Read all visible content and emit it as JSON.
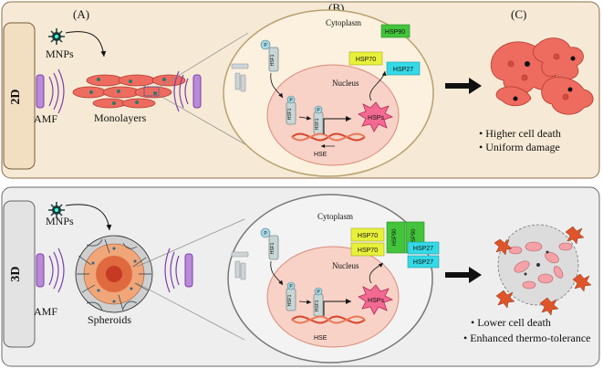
{
  "panel_2d": {
    "dimension_label": "2D",
    "labels": {
      "a": "(A)",
      "b": "(B)",
      "c": "(C)"
    },
    "mnps": "MNPs",
    "amf": "AMF",
    "culture": "Monolayers",
    "cytoplasm": "Cytoplasm",
    "nucleus": "Nucleus",
    "p": "P",
    "hsf1": "HSF1",
    "hse": "HSE",
    "hsps": "HSPs",
    "hsp90": "HSP90",
    "hsp70": "HSP70",
    "hsp27": "HSP27",
    "outcomes": [
      "Higher cell death",
      "Uniform damage"
    ]
  },
  "panel_3d": {
    "dimension_label": "3D",
    "mnps": "MNPs",
    "amf": "AMF",
    "culture": "Spheroids",
    "cytoplasm": "Cytoplasm",
    "nucleus": "Nucleus",
    "p": "P",
    "hsf1": "HSF1",
    "hse": "HSE",
    "hsps": "HSPs",
    "hsp90": "HSP90",
    "hsp70": "HSP70",
    "hsp27": "HSP27",
    "outcomes": [
      "Lower cell death",
      "Enhanced thermo-tolerance"
    ]
  },
  "colors": {
    "panel_2d_bg": "#f6ead6",
    "panel_3d_bg": "#eeeeee",
    "nucleus": "#f8d2c6",
    "cytoplasm_2d": "#fbf1de",
    "cytoplasm_3d": "#f3f3f3",
    "hsp70": "#e8f03a",
    "hsp90": "#43c43b",
    "hsp27": "#35d9e6",
    "hsps_burst": "#f26a92",
    "amf_coil": "#9b5fc4",
    "cells_2d": "#ee6b5f",
    "dna": "#d8452a"
  }
}
